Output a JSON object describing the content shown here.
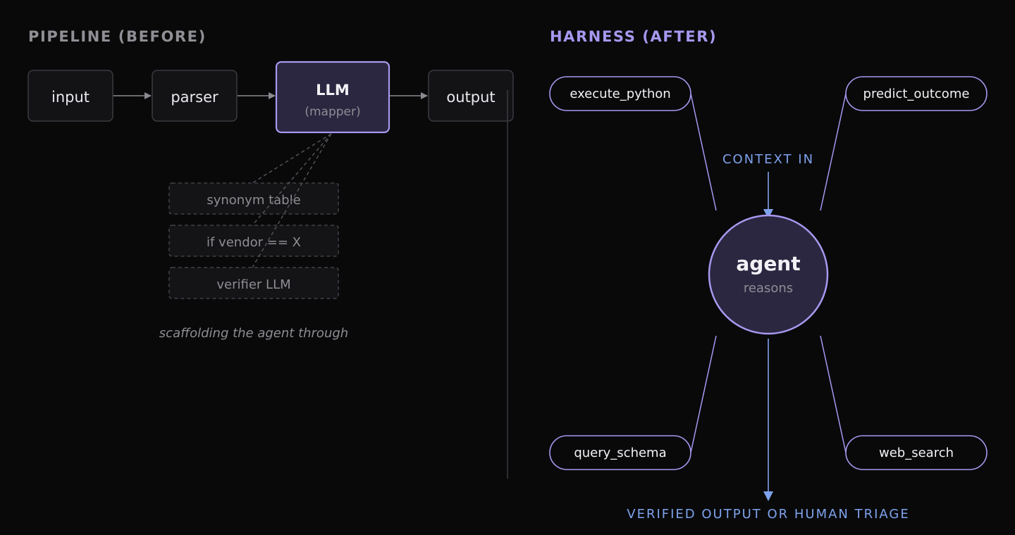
{
  "colors": {
    "background": "#09090a",
    "node_fill": "#131316",
    "node_border": "#3a3a40",
    "accent": "#a798ef",
    "accent_fill": "#2b2740",
    "blue": "#7ea2ec",
    "muted_text": "#8d8d94",
    "pipeline_title": "#8f8f95"
  },
  "pipeline": {
    "title": "PIPELINE (BEFORE)",
    "nodes": [
      {
        "id": "input",
        "label": "input"
      },
      {
        "id": "parser",
        "label": "parser"
      },
      {
        "id": "llm",
        "label": "LLM",
        "sublabel": "(mapper)"
      },
      {
        "id": "output",
        "label": "output"
      }
    ],
    "scaffolds": [
      {
        "label": "synonym table"
      },
      {
        "label": "if vendor == X"
      },
      {
        "label": "verifier LLM"
      }
    ],
    "caption": "scaffolding the agent through"
  },
  "harness": {
    "title": "HARNESS (AFTER)",
    "agent": {
      "label": "agent",
      "sublabel": "reasons"
    },
    "context_label": "CONTEXT IN",
    "output_label": "VERIFIED OUTPUT OR HUMAN TRIAGE",
    "tools": [
      {
        "id": "execute_python",
        "label": "execute_python"
      },
      {
        "id": "predict_outcome",
        "label": "predict_outcome"
      },
      {
        "id": "query_schema",
        "label": "query_schema"
      },
      {
        "id": "web_search",
        "label": "web_search"
      }
    ]
  }
}
